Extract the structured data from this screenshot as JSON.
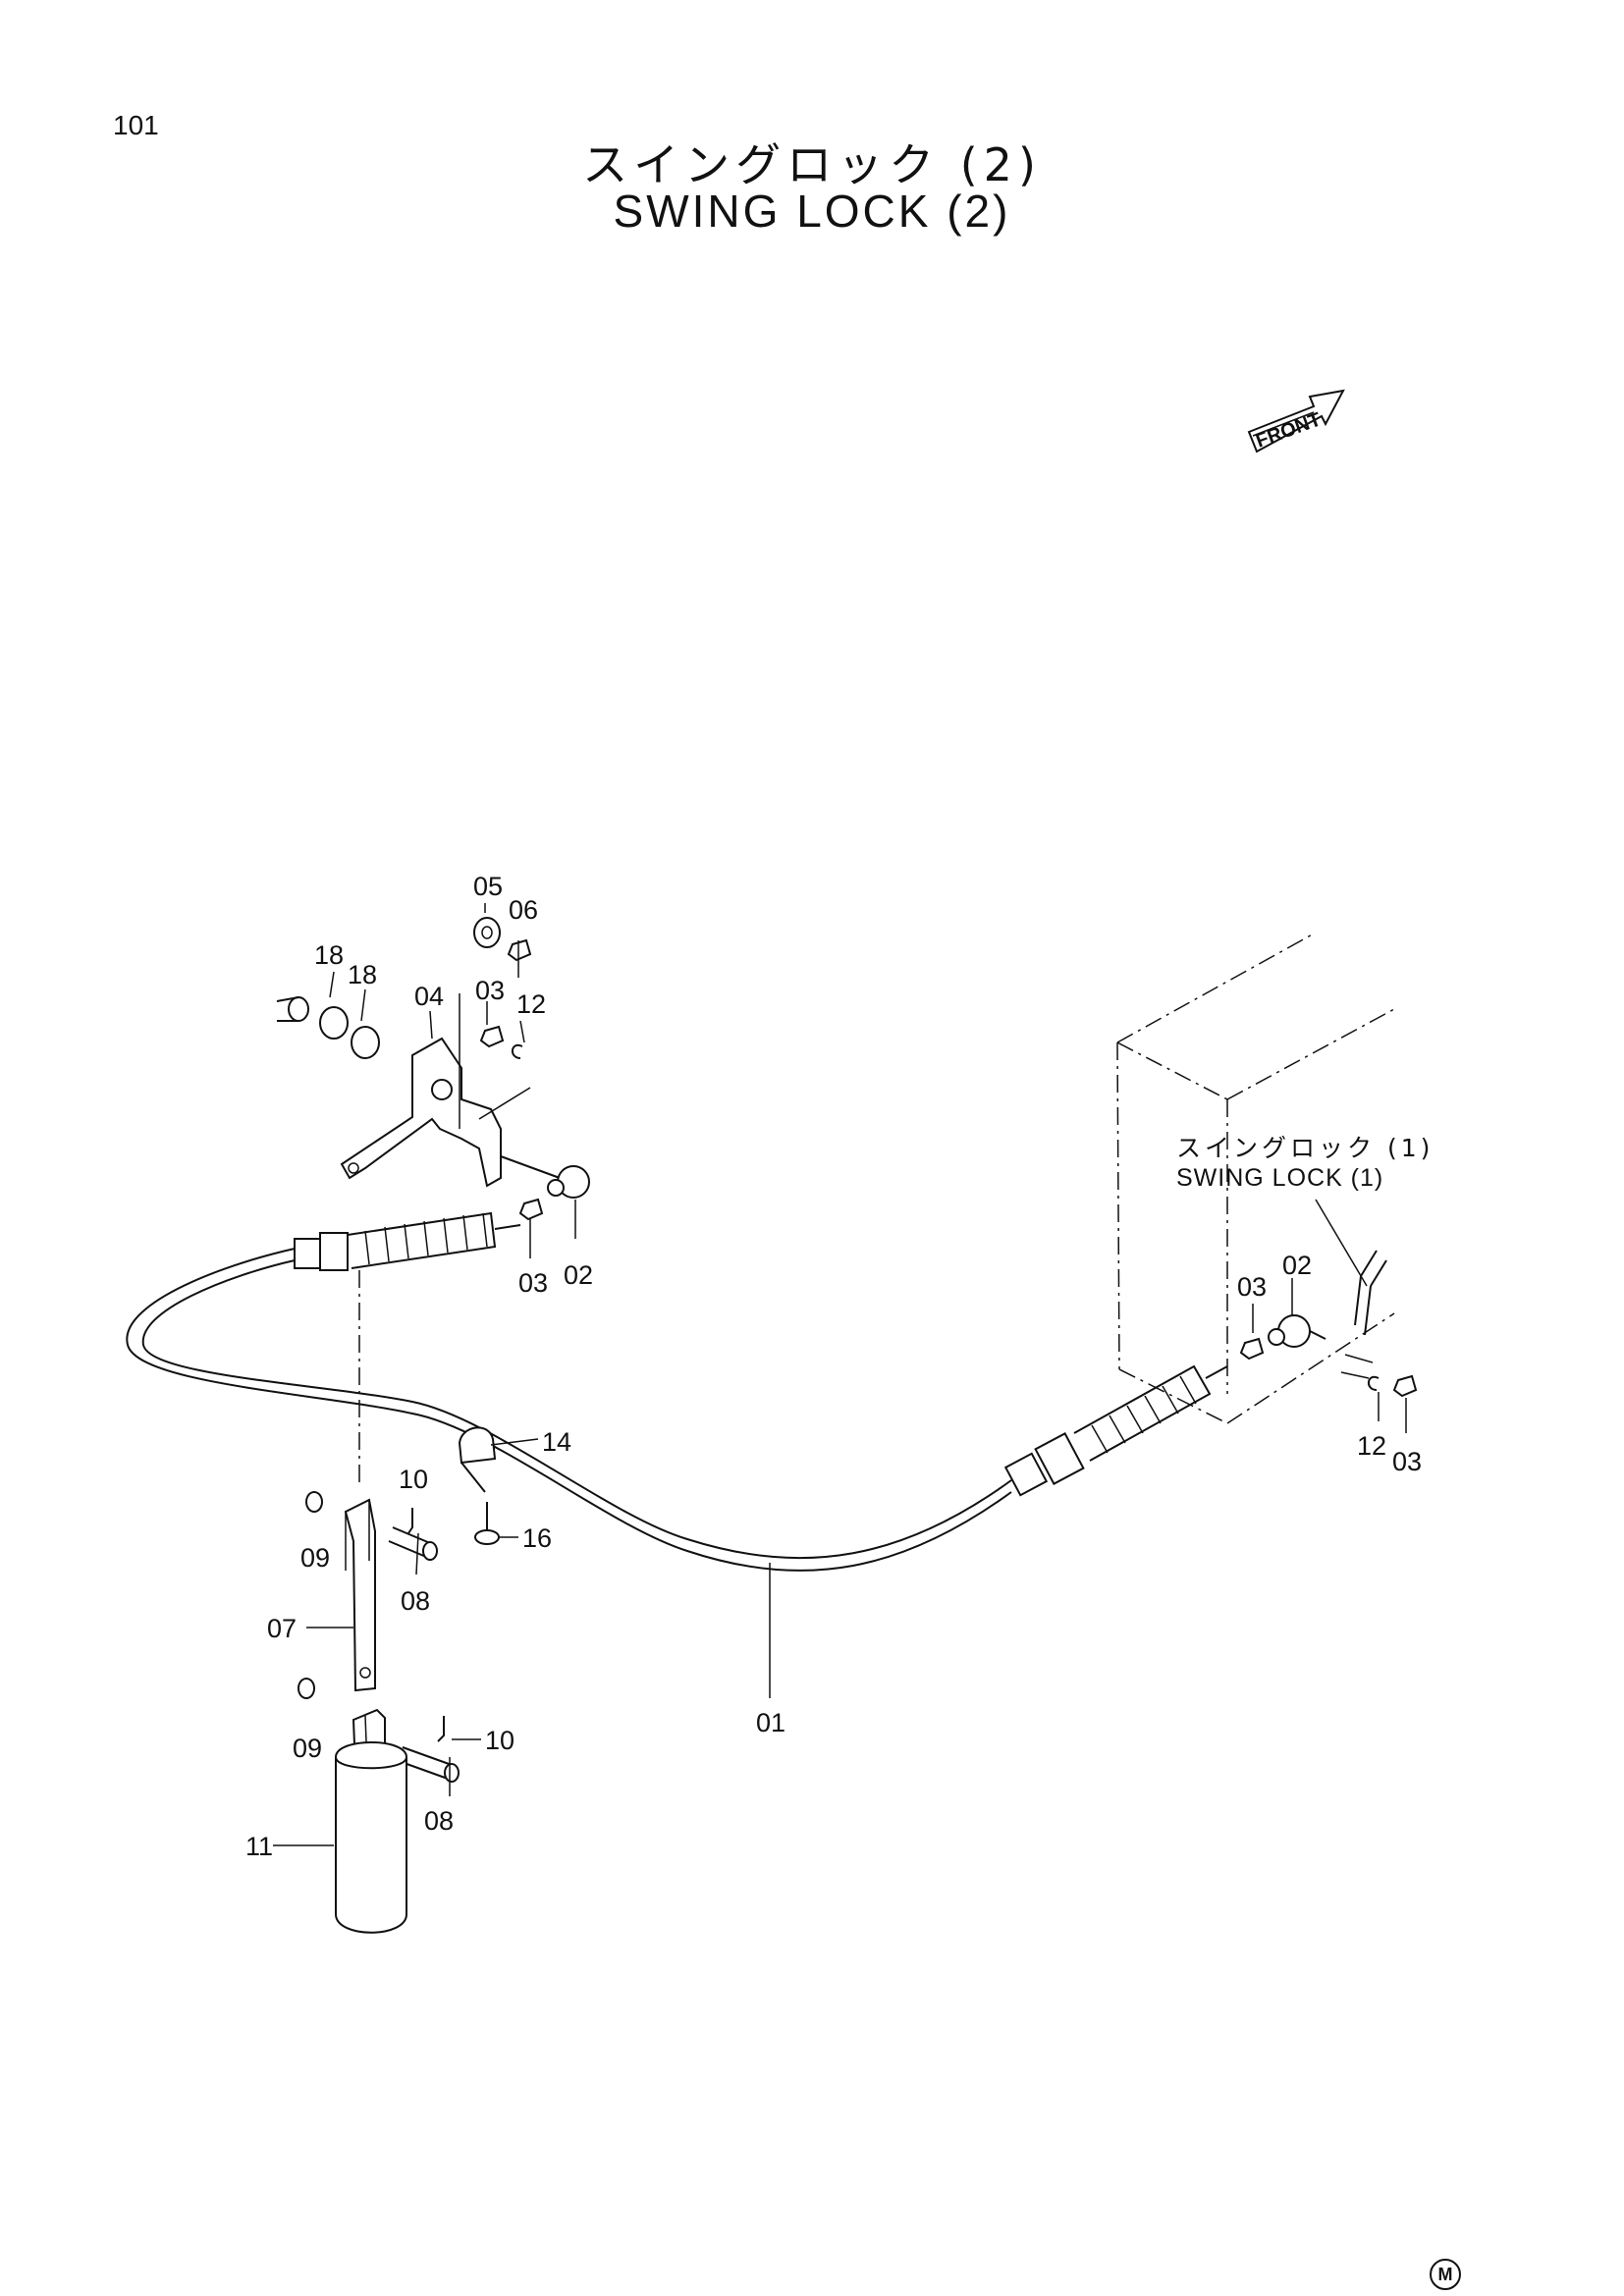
{
  "page": {
    "number": "101",
    "title_jp": "スイングロック (2)",
    "title_en": "SWING LOCK (2)",
    "front_label": "FRONT",
    "ref_jp": "スイングロック (1)",
    "ref_en": "SWING LOCK (1)",
    "mark": "M"
  },
  "callouts": {
    "c01": "01",
    "c02a": "02",
    "c02b": "02",
    "c03a": "03",
    "c03b": "03",
    "c03c": "03",
    "c03d": "03",
    "c04": "04",
    "c05": "05",
    "c06": "06",
    "c07": "07",
    "c08a": "08",
    "c08b": "08",
    "c09a": "09",
    "c09b": "09",
    "c10a": "10",
    "c10b": "10",
    "c11": "11",
    "c12a": "12",
    "c12b": "12",
    "c14": "14",
    "c16": "16",
    "c18a": "18",
    "c18b": "18"
  }
}
